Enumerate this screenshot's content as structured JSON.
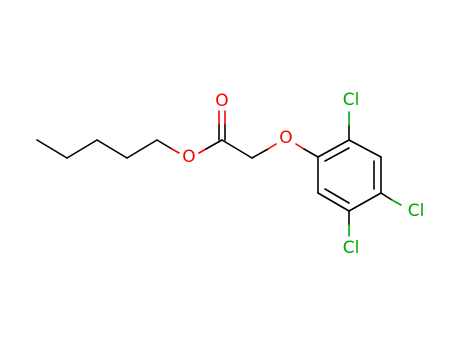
{
  "molecule": {
    "atom_labels": {
      "carbonyl_oxygen": "O",
      "ester_oxygen": "O",
      "ether_oxygen": "O",
      "chlorine_2": "Cl",
      "chlorine_4": "Cl",
      "chlorine_5": "Cl"
    },
    "colors": {
      "bond": "#000000",
      "oxygen": "#ff0000",
      "chlorine": "#00aa00"
    }
  }
}
